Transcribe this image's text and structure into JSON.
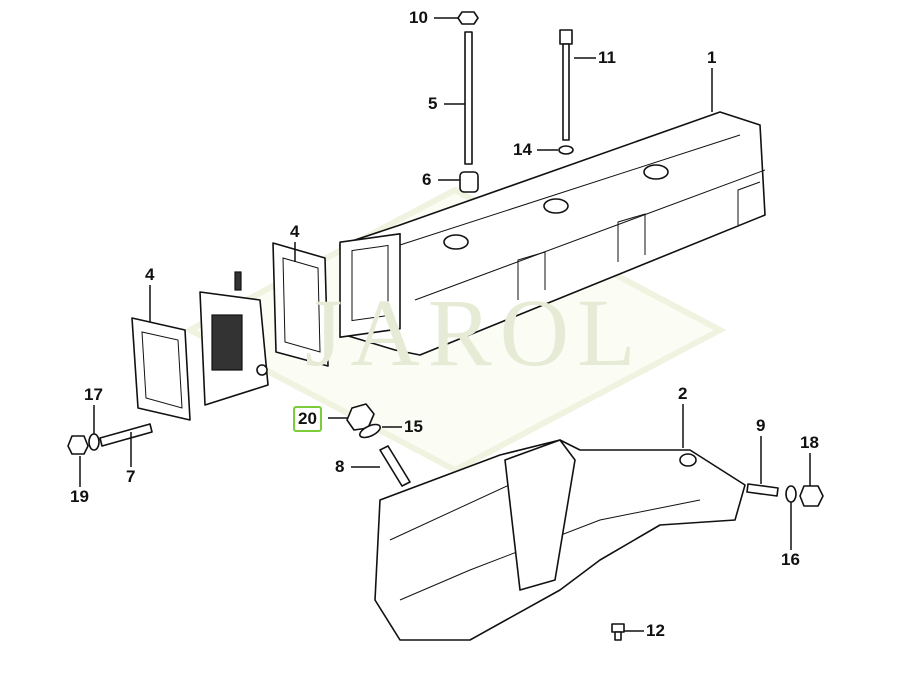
{
  "watermark": "JAROL",
  "highlight_color": "#7ccc3a",
  "callouts": [
    {
      "label": "10"
    },
    {
      "label": "11"
    },
    {
      "label": "1"
    },
    {
      "label": "5"
    },
    {
      "label": "14"
    },
    {
      "label": "6"
    },
    {
      "label": "4"
    },
    {
      "label": "4"
    },
    {
      "label": "17"
    },
    {
      "label": "20",
      "highlighted": true
    },
    {
      "label": "15"
    },
    {
      "label": "2"
    },
    {
      "label": "9"
    },
    {
      "label": "18"
    },
    {
      "label": "7"
    },
    {
      "label": "8"
    },
    {
      "label": "19"
    },
    {
      "label": "16"
    },
    {
      "label": "12"
    }
  ]
}
